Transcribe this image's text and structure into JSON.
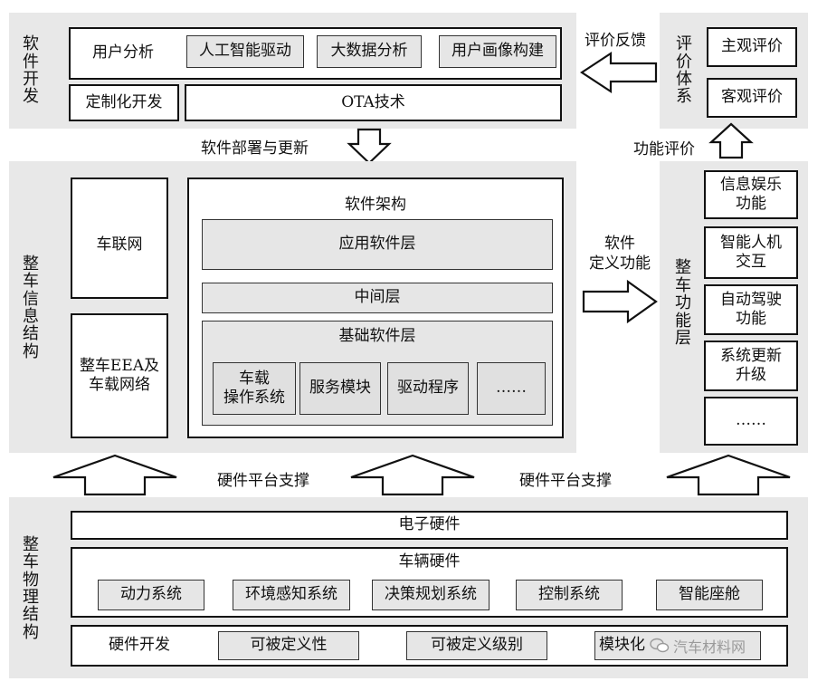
{
  "software_dev": {
    "label": "软件开发",
    "user_analysis": "用户分析",
    "ai_drive": "人工智能驱动",
    "big_data": "大数据分析",
    "user_profile": "用户画像构建",
    "custom_dev": "定制化开发",
    "ota": "OTA技术"
  },
  "eval_system": {
    "label": "评价体系",
    "subjective": "主观评价",
    "objective": "客观评价"
  },
  "arrows": {
    "feedback": "评价反馈",
    "deploy": "软件部署与更新",
    "func_eval": "功能评价",
    "sw_defined": [
      "软件",
      "定义功能"
    ],
    "hw_support_1": "硬件平台支撑",
    "hw_support_2": "硬件平台支撑"
  },
  "vehicle_info": {
    "label": "整车信息结构",
    "iov": "车联网",
    "eea": [
      "整车EEA及",
      "车载网络"
    ],
    "arch_title": "软件架构",
    "app_layer": "应用软件层",
    "middle_layer": "中间层",
    "base_layer": "基础软件层",
    "os": [
      "车载",
      "操作系统"
    ],
    "service": "服务模块",
    "driver": "驱动程序",
    "more": "……"
  },
  "vehicle_func": {
    "label": "整车功能层",
    "items": [
      [
        "信息娱乐",
        "功能"
      ],
      [
        "智能人机",
        "交互"
      ],
      [
        "自动驾驶",
        "功能"
      ],
      [
        "系统更新",
        "升级"
      ],
      [
        "……"
      ]
    ]
  },
  "physical": {
    "label": "整车物理结构",
    "electronic": "电子硬件",
    "vehicle_hw": "车辆硬件",
    "systems": [
      "动力系统",
      "环境感知系统",
      "决策规划系统",
      "控制系统",
      "智能座舱"
    ],
    "hw_dev": "硬件开发",
    "definable": "可被定义性",
    "define_level": "可被定义级别",
    "modular": "模块化",
    "watermark": "汽车材料网"
  }
}
